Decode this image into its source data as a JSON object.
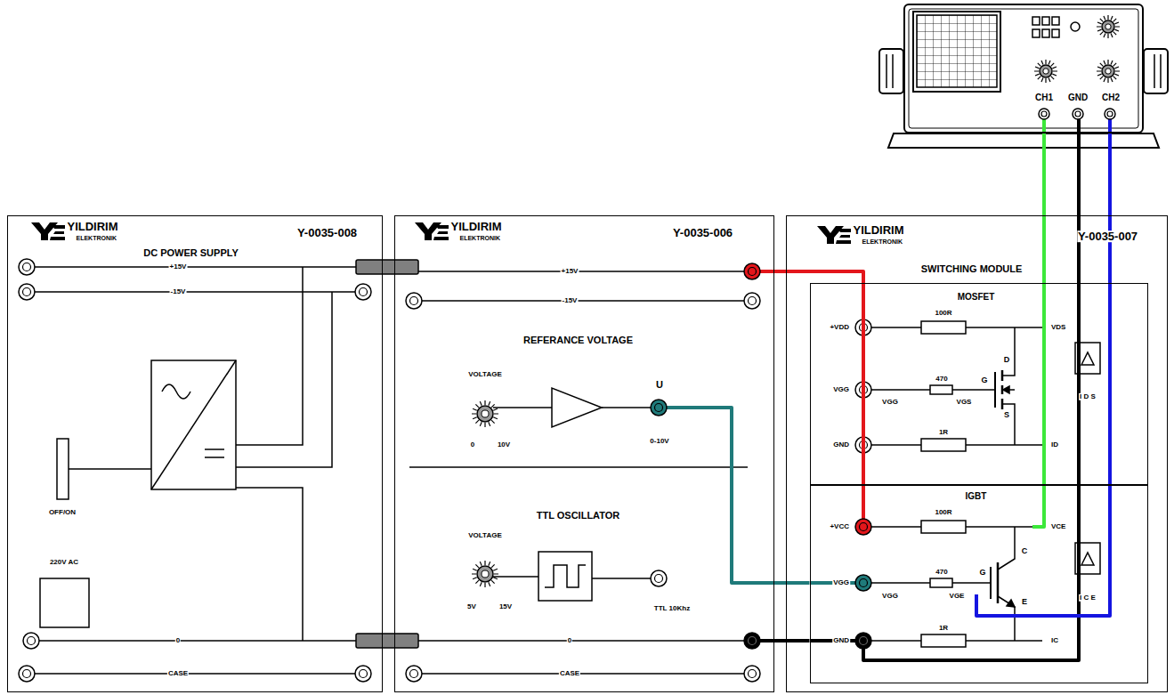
{
  "diagram": {
    "nodes": [
      {
        "text": [
          "CH1",
          "GND",
          "CH2"
        ]
      },
      {
        "text": [
          "YILDIRIM",
          "ELEKTRONIK",
          "Y-0035-008",
          "DC POWER SUPPLY"
        ]
      },
      {
        "text": [
          "YILDIRIM",
          "ELEKTRONIK",
          "Y-0035-006",
          "REFERANCE VOLTAGE",
          "TTL OSCILLATOR"
        ]
      },
      {
        "text": [
          "YILDIRIM",
          "ELEKTRONIK",
          "Y-0035-007",
          "SWITCHING MODULE"
        ]
      },
      {
        "text": [
          "MOSFET"
        ],
        "in": 3
      },
      {
        "text": [
          "IGBT"
        ],
        "in": 3
      }
    ],
    "edges": [
      {
        "from": 2,
        "to": 5,
        "arrow": "none"
      },
      {
        "from": 2,
        "to": 5,
        "arrow": "none"
      },
      {
        "from": 2,
        "to": 5,
        "arrow": "none"
      },
      {
        "from": 0,
        "to": 5,
        "arrow": "none"
      },
      {
        "from": 0,
        "to": 5,
        "arrow": "none"
      },
      {
        "from": 0,
        "to": 5,
        "arrow": "none"
      }
    ],
    "labels": [
      "+15V",
      "-15V",
      "OFF/ON",
      "220V AC",
      "0",
      "CASE",
      "+15V",
      "-15V",
      "VOLTAGE",
      "0",
      "10V",
      "U",
      "0-10V",
      "VOLTAGE",
      "5V",
      "15V",
      "TTL 10Khz",
      "0",
      "CASE",
      "+VDD",
      "100R",
      "VDS",
      "VGG",
      "470",
      "VGG",
      "VGS",
      "D",
      "G",
      "S",
      "GND",
      "1R",
      "ID",
      "I D S",
      "+VCC",
      "100R",
      "VCE",
      "VGG",
      "470",
      "VGG",
      "VGE",
      "C",
      "G",
      "E",
      "GND",
      "1R",
      "IC",
      "I C E"
    ]
  }
}
